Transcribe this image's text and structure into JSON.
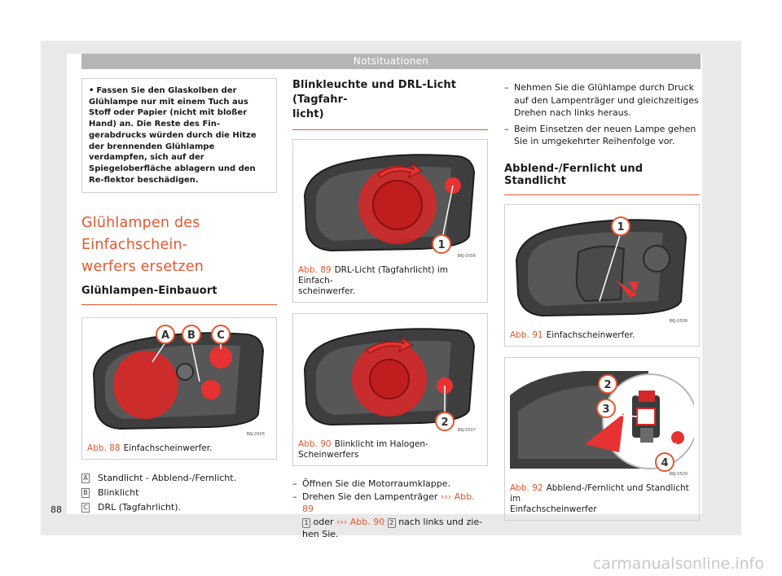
{
  "header": {
    "title": "Notsituationen"
  },
  "left": {
    "warning": "Fassen Sie den Glaskolben der Glühlampe nur mit einem Tuch aus Stoff oder Papier (nicht mit bloßer Hand) an. Die Reste des Fin-gerabdrucks würden durch die Hitze der brennenden Glühlampe verdampfen, sich auf der Spiegeloberfläche ablagern und den Re-flektor beschädigen.",
    "heading_line1": "Glühlampen des Einfachschein-",
    "heading_line2": "werfers ersetzen",
    "subheading": "Glühlampen-Einbauort",
    "figure": {
      "code": "B6J-0505",
      "labels": [
        "A",
        "B",
        "C"
      ],
      "caption_num": "Abb. 88",
      "caption": "Einfachscheinwerfer."
    },
    "legend": [
      {
        "key": "A",
        "text": "Standlicht - Abblend-/Fernlicht."
      },
      {
        "key": "B",
        "text": "Blinklicht"
      },
      {
        "key": "C",
        "text": "DRL (Tagfahrlicht)."
      }
    ]
  },
  "middle": {
    "heading_line1": "Blinkleuchte und DRL-Licht (Tagfahr-",
    "heading_line2": "licht)",
    "fig89": {
      "code": "B6J-0506",
      "label": "1",
      "caption_num": "Abb. 89",
      "caption_line1": "DRL-Licht (Tagfahrlicht) im Einfach-",
      "caption_line2": "scheinwerfer."
    },
    "fig90": {
      "code": "B6J-0507",
      "label": "2",
      "caption_num": "Abb. 90",
      "caption": "Blinklicht im Halogen-Scheinwerfers"
    },
    "step1": "Öffnen Sie die Motorraumklappe.",
    "step2_a": "Drehen Sie den Lampenträger",
    "step2_ref1": "››› Abb. 89",
    "step2_num1": "1",
    "step2_b": "oder",
    "step2_ref2": "››› Abb. 90",
    "step2_num2": "2",
    "step2_c": "nach links und zie-",
    "step2_d": "hen Sie."
  },
  "right": {
    "step3_line1": "Nehmen Sie die Glühlampe durch Druck",
    "step3_line2": "auf den Lampenträger und gleichzeitiges",
    "step3_line3": "Drehen nach links heraus.",
    "step4_line1": "Beim Einsetzen der neuen Lampe gehen",
    "step4_line2": "Sie in umgekehrter Reihenfolge vor.",
    "subheading": "Abblend-/Fernlicht und Standlicht",
    "fig91": {
      "code": "B6J-0508",
      "label": "1",
      "caption_num": "Abb. 91",
      "caption": "Einfachscheinwerfer."
    },
    "fig92": {
      "code": "B6J-0509",
      "labels": [
        "2",
        "3",
        "4"
      ],
      "caption_num": "Abb. 92",
      "caption_line1": "Abblend-/Fernlicht und Standlicht im",
      "caption_line2": "Einfachscheinwerfer"
    }
  },
  "page_number": "88",
  "watermark": "carmanualsonline.info",
  "colors": {
    "accent": "#e4572e",
    "header_bg": "#b5b5b5",
    "figure_bg": "#3d3d3d"
  }
}
